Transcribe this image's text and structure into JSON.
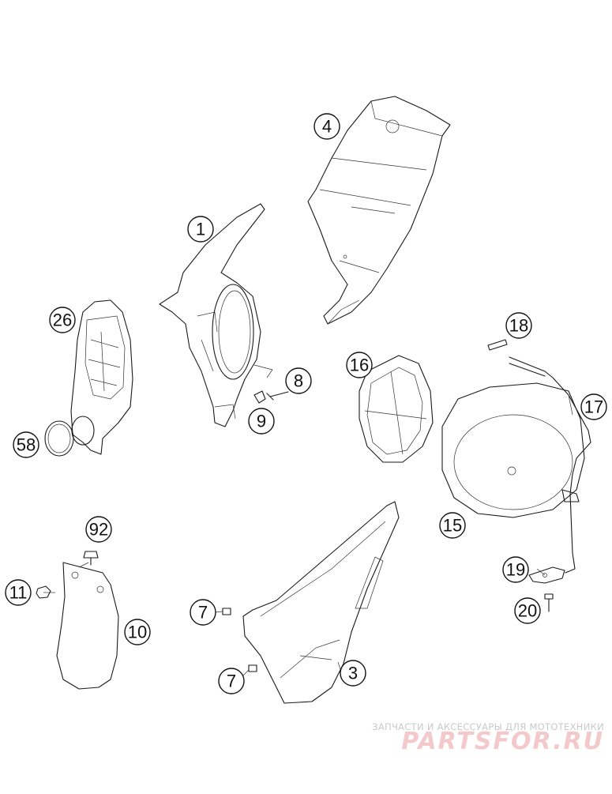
{
  "callouts": [
    {
      "label": "1"
    },
    {
      "label": "3"
    },
    {
      "label": "4"
    },
    {
      "label": "7"
    },
    {
      "label": "7"
    },
    {
      "label": "8"
    },
    {
      "label": "9"
    },
    {
      "label": "10"
    },
    {
      "label": "11"
    },
    {
      "label": "15"
    },
    {
      "label": "16"
    },
    {
      "label": "17"
    },
    {
      "label": "18"
    },
    {
      "label": "19"
    },
    {
      "label": "20"
    },
    {
      "label": "26"
    },
    {
      "label": "58"
    },
    {
      "label": "92"
    }
  ],
  "watermark": {
    "tagline": "ЗАПЧАСТИ И АКСЕССУАРЫ ДЛЯ МОТОТЕХНИКИ",
    "logo": "PARTSFOR.RU",
    "color": "#f3c9cc"
  },
  "colors": {
    "line": "#1a1a1a",
    "background": "#ffffff"
  }
}
